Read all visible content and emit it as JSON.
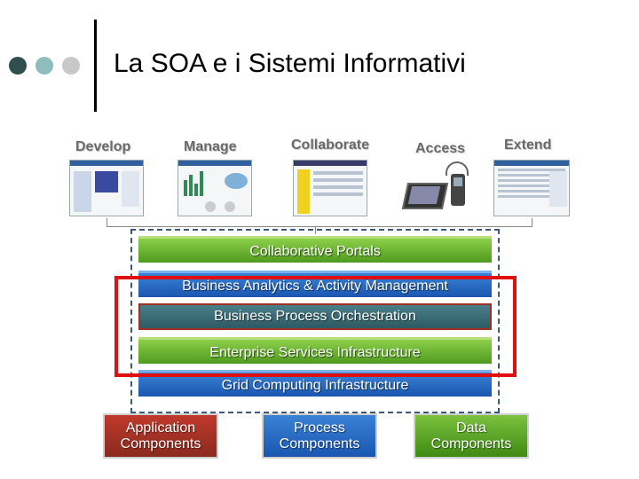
{
  "title": "La SOA e i Sistemi Informativi",
  "categories": [
    "Develop",
    "Manage",
    "Collaborate",
    "Access",
    "Extend"
  ],
  "layers": [
    "Collaborative Portals",
    "Business Analytics & Activity Management",
    "Business Process Orchestration",
    "Enterprise Services Infrastructure",
    "Grid Computing Infrastructure"
  ],
  "components": [
    {
      "line1": "Application",
      "line2": "Components"
    },
    {
      "line1": "Process",
      "line2": "Components"
    },
    {
      "line1": "Data",
      "line2": "Components"
    }
  ],
  "colors": {
    "dot_dark": "#2f4f4f",
    "dot_mid": "#8fbcbc",
    "dot_light": "#c8c8c8",
    "highlight_red": "#e01010",
    "layer_green": "#5aa52a",
    "layer_blue": "#1f5fb8",
    "layer_red": "#a03025",
    "component_red": "#a52a20",
    "component_blue": "#1f5fb8",
    "component_green": "#4f9a1e"
  }
}
